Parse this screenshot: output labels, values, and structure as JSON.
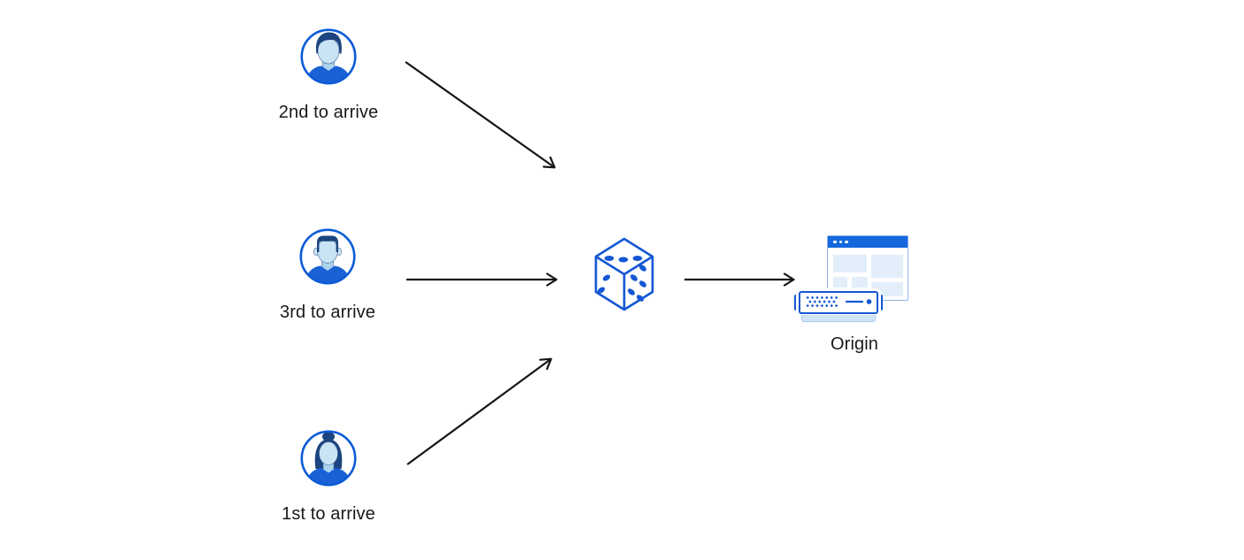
{
  "diagram": {
    "users": [
      {
        "label": "2nd to arrive",
        "icon": "avatar-man-swept-hair-icon"
      },
      {
        "label": "3rd to arrive",
        "icon": "avatar-man-short-hair-icon"
      },
      {
        "label": "1st to arrive",
        "icon": "avatar-woman-bun-icon"
      }
    ],
    "randomizer": {
      "icon": "dice-icon"
    },
    "origin": {
      "label": "Origin",
      "icon": "origin-server-browser-icon"
    },
    "connections": [
      {
        "from": "2nd to arrive",
        "to": "dice"
      },
      {
        "from": "3rd to arrive",
        "to": "dice"
      },
      {
        "from": "1st to arrive",
        "to": "dice"
      },
      {
        "from": "dice",
        "to": "Origin"
      }
    ],
    "colors": {
      "background": "#ffffff",
      "blue_stroke": "#1357d5",
      "avatar_ring_blue": "#0b5bd7",
      "hair_navy": "#1c4480",
      "skin_light_blue": "#c8e4f5",
      "shirt_blue": "#1a61d6",
      "titlebar_blue": "#1567dd",
      "panel_light_blue": "#e2eef9",
      "arrow_black": "#151515"
    }
  }
}
